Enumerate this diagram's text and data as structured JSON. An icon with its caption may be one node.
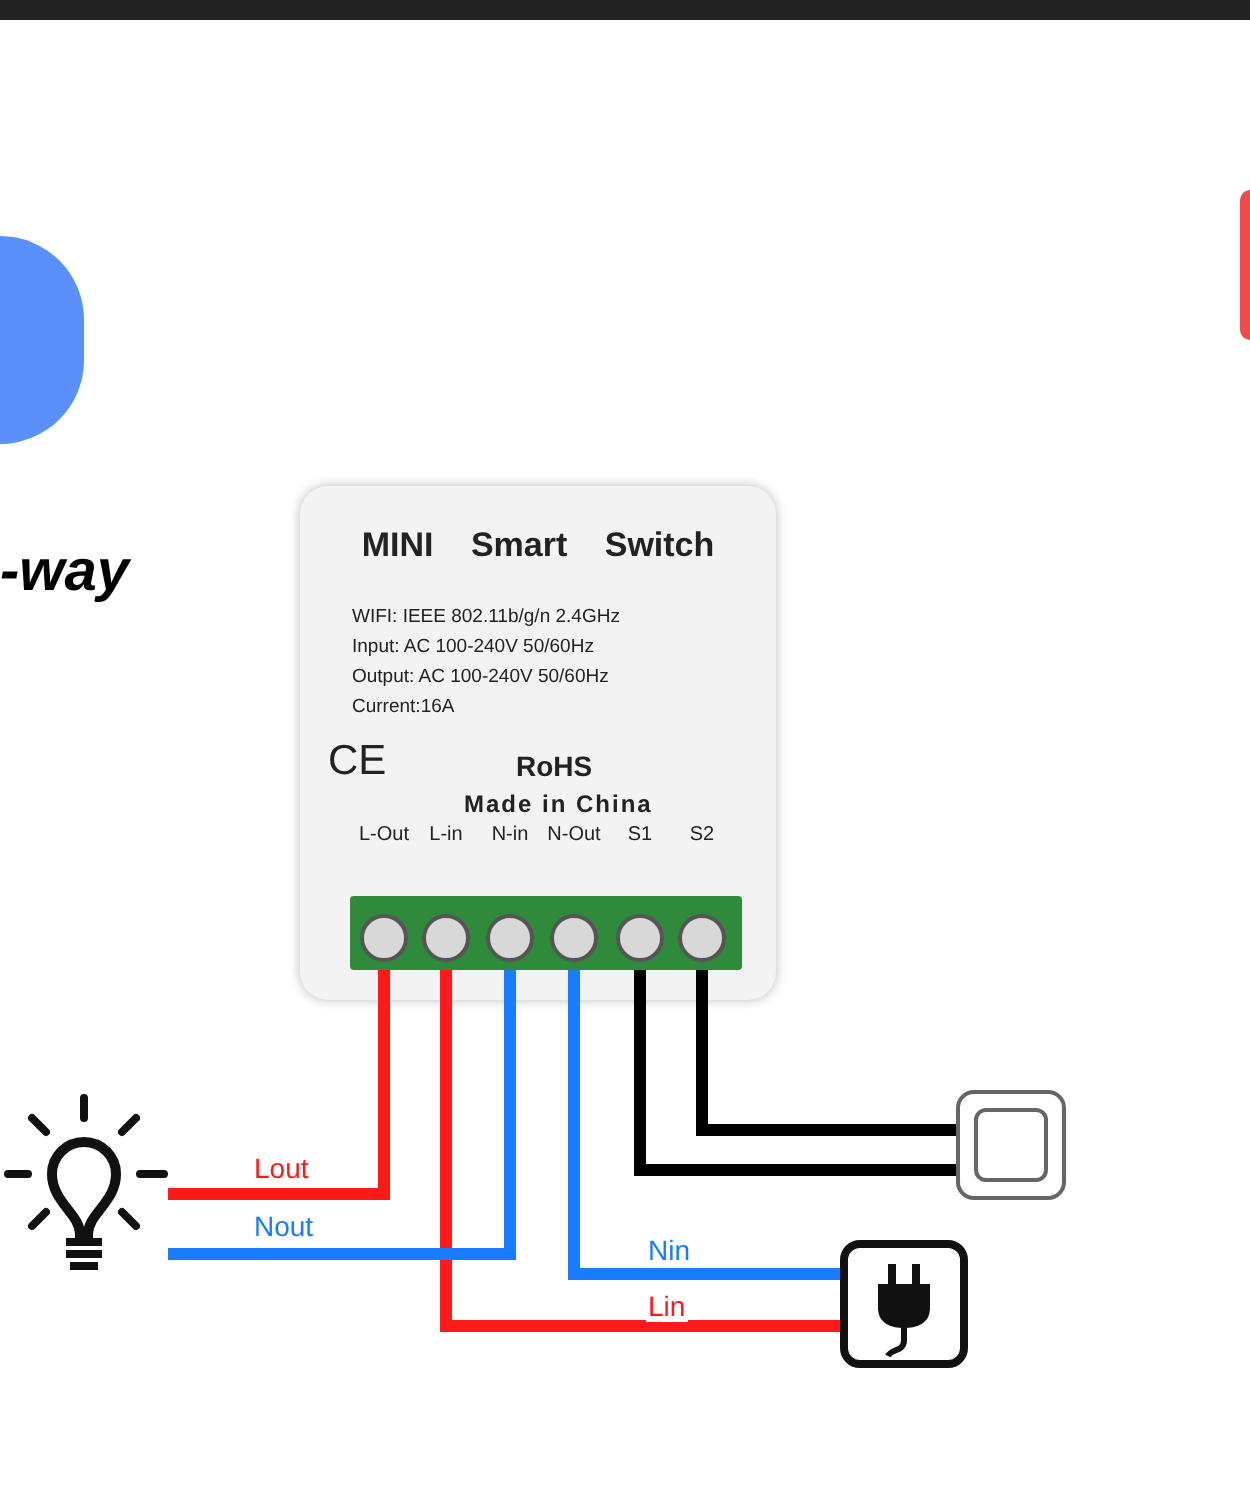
{
  "diagram": {
    "nodes": [
      {
        "text": [
          "MINI Smart Switch",
          "WIFI: IEEE 802.11b/g/n 2.4GHz",
          "Input: AC 100-240V 50/60Hz",
          "Output: AC 100-240V 50/60Hz",
          "Current:16A",
          "CE",
          "RoHS",
          "Made in China"
        ]
      },
      {
        "text": [
          "L-Out"
        ],
        "in": 0
      },
      {
        "text": [
          "L-in"
        ],
        "in": 0
      },
      {
        "text": [
          "N-in"
        ],
        "in": 0
      },
      {
        "text": [
          "N-Out"
        ],
        "in": 0
      },
      {
        "text": [
          "S1"
        ],
        "in": 0
      },
      {
        "text": [
          "S2"
        ],
        "in": 0
      },
      {
        "text": [],
        "shape": "picture"
      },
      {
        "text": [],
        "shape": "picture"
      },
      {
        "text": [],
        "shape": "picture"
      }
    ],
    "edges": [
      {
        "from": 1,
        "to": 7,
        "arrow": "none",
        "label": "Lout",
        "color": "#ff1a1a"
      },
      {
        "from": 2,
        "to": 9,
        "arrow": "none",
        "label": "Lin",
        "color": "#ff1a1a"
      },
      {
        "from": 3,
        "to": 7,
        "arrow": "none",
        "label": "Nout",
        "color": "#1a7cff"
      },
      {
        "from": 4,
        "to": 9,
        "arrow": "none",
        "label": "Nin",
        "color": "#1a7cff"
      },
      {
        "from": 5,
        "to": 8,
        "arrow": "none",
        "color": "#000000"
      },
      {
        "from": 6,
        "to": 8,
        "arrow": "none",
        "color": "#000000"
      }
    ],
    "labels": [
      "-way"
    ]
  }
}
